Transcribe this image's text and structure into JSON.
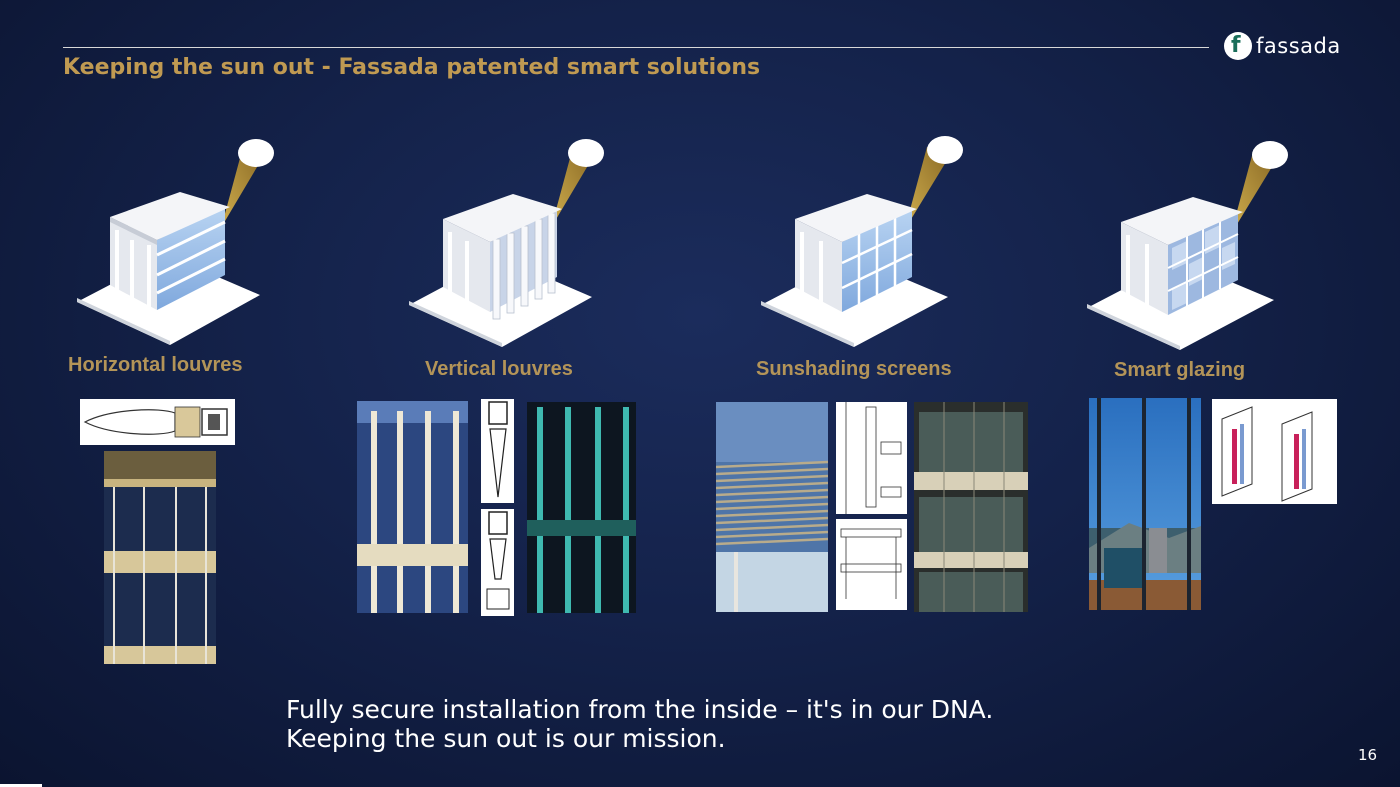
{
  "slide": {
    "title": "Keeping the sun out - Fassada patented smart solutions",
    "logo_text": "fassada",
    "page_number": "16",
    "footer_line1": "Fully secure installation from the inside – it's in our DNA.",
    "footer_line2": "Keeping the sun out is our mission."
  },
  "columns": [
    {
      "label": "Horizontal louvres"
    },
    {
      "label": "Vertical louvres"
    },
    {
      "label": "Sunshading screens"
    },
    {
      "label": "Smart glazing"
    }
  ],
  "colors": {
    "background": "#14224a",
    "title": "#c09a52",
    "label": "#b39458",
    "sunbeam": "#c9a74a"
  },
  "icons": [
    "logo-icon",
    "sun-icon"
  ]
}
